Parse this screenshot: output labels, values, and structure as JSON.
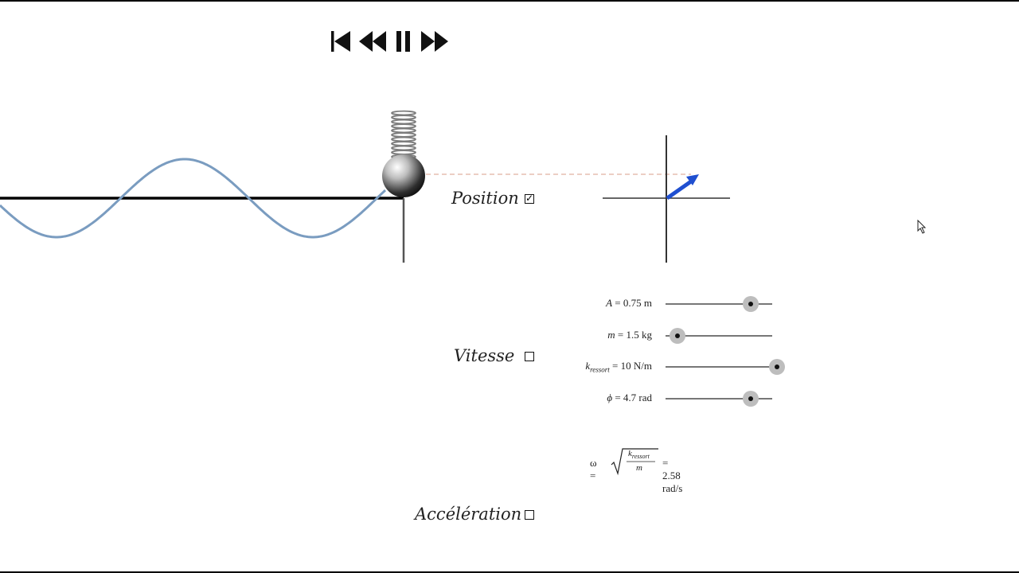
{
  "controls": {
    "reset": "reset-icon",
    "rewind": "rewind-icon",
    "pause": "pause-icon",
    "forward": "fast-forward-icon"
  },
  "labels": {
    "position": "Position",
    "vitesse": "Vitesse",
    "acceleration": "Accélération"
  },
  "checkboxes": {
    "position": true,
    "vitesse": false,
    "acceleration": false
  },
  "sliders": [
    {
      "symbol": "A",
      "sub": "",
      "value_text": "= 0.75 m",
      "value": 0.75,
      "min": 0,
      "max": 1
    },
    {
      "symbol": "m",
      "sub": "",
      "value_text": "= 1.5 kg",
      "value": 1.5,
      "min": 1,
      "max": 10
    },
    {
      "symbol": "k",
      "sub": "ressort",
      "value_text": "= 10 N/m",
      "value": 10,
      "min": 0,
      "max": 10
    },
    {
      "symbol": "ϕ",
      "sub": "",
      "value_text": "= 4.7 rad",
      "value": 4.7,
      "min": 0,
      "max": 6.28
    }
  ],
  "omega": {
    "lhs": "ω =",
    "num": "k",
    "num_sub": "ressort",
    "den": "m",
    "result": "= 2.58 rad/s"
  },
  "colors": {
    "wave": "#7a9cc0",
    "phasor": "#1f4fd0",
    "dash": "#e0b0a0",
    "axis": "#333333"
  }
}
